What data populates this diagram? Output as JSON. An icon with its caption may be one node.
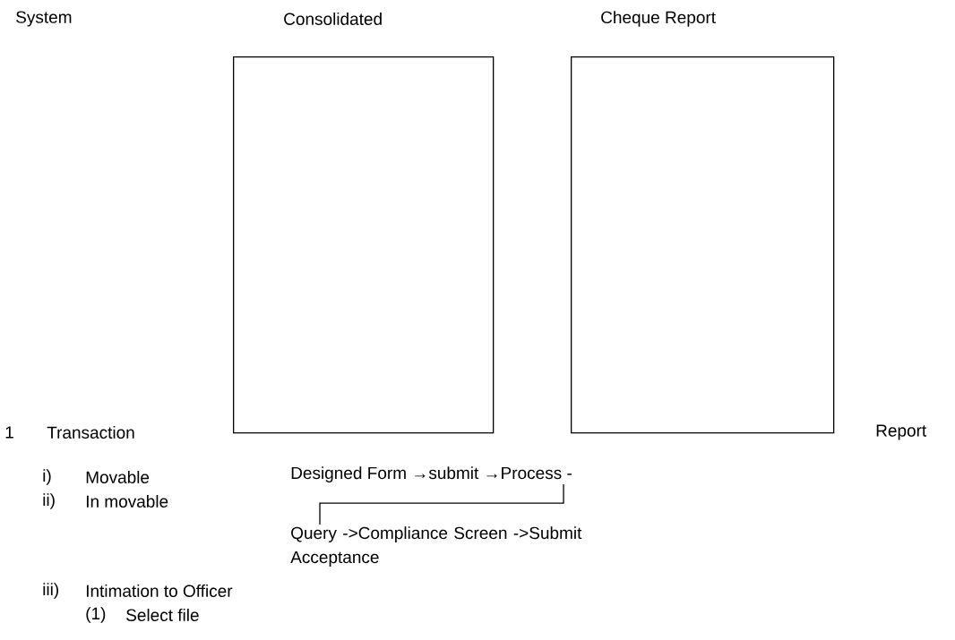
{
  "diagram": {
    "nodes": [
      {
        "text": [],
        "shape": "box"
      },
      {
        "text": [],
        "shape": "box"
      },
      {
        "text": [
          "Designed Form →submit →Process -"
        ]
      },
      {
        "text": [
          "Query ->Compliance Screen ->Submit Acceptance"
        ]
      }
    ],
    "edges": [
      {
        "from": 2,
        "to": 3,
        "arrow": "none"
      }
    ],
    "labels": [
      "System",
      "Consolidated",
      "Cheque Report",
      "1",
      "Transaction",
      "Report",
      "i)",
      "Movable",
      "ii)",
      "In movable",
      "iii)",
      "Intimation to Officer",
      "(1)",
      "Select file"
    ]
  }
}
